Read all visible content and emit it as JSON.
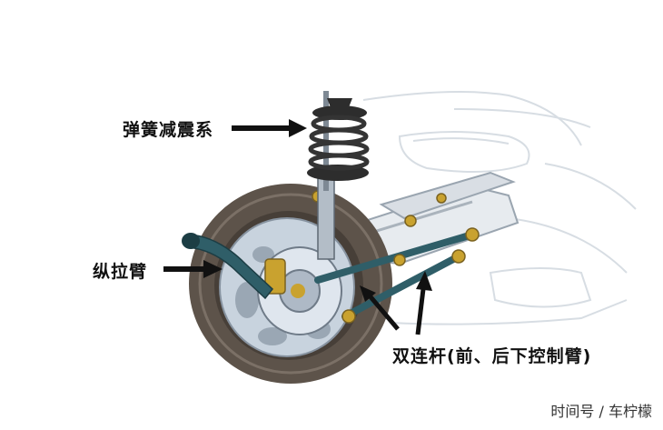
{
  "labels": {
    "spring_damper": "弹簧减震系",
    "trailing_arm": "纵拉臂",
    "twin_link": "双连杆(前、后下控制臂)"
  },
  "watermark": "时间号 / 车柠檬",
  "colors": {
    "tire": "#5d534a",
    "wheel": "#c8d3de",
    "link_arm": "#2f5e68",
    "bushing": "#c9a22f",
    "arrow": "#111111",
    "car_outline": "#d7dde3"
  }
}
